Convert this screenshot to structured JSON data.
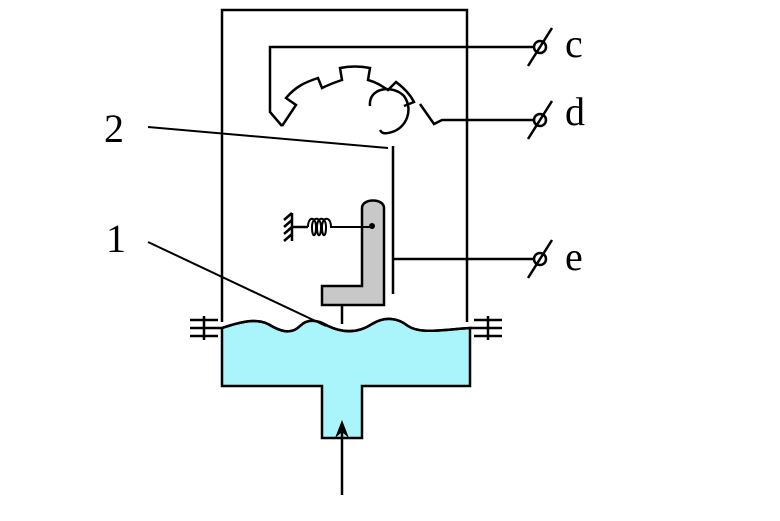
{
  "labels": {
    "num_2": "2",
    "num_1": "1",
    "term_c": "c",
    "term_d": "d",
    "term_e": "e"
  },
  "colors": {
    "liquid": "#aaf5fb",
    "lever": "#c8c8c8",
    "line": "#000000"
  },
  "icons": [
    "ground-icon",
    "spring-icon",
    "arrow-up-icon"
  ]
}
